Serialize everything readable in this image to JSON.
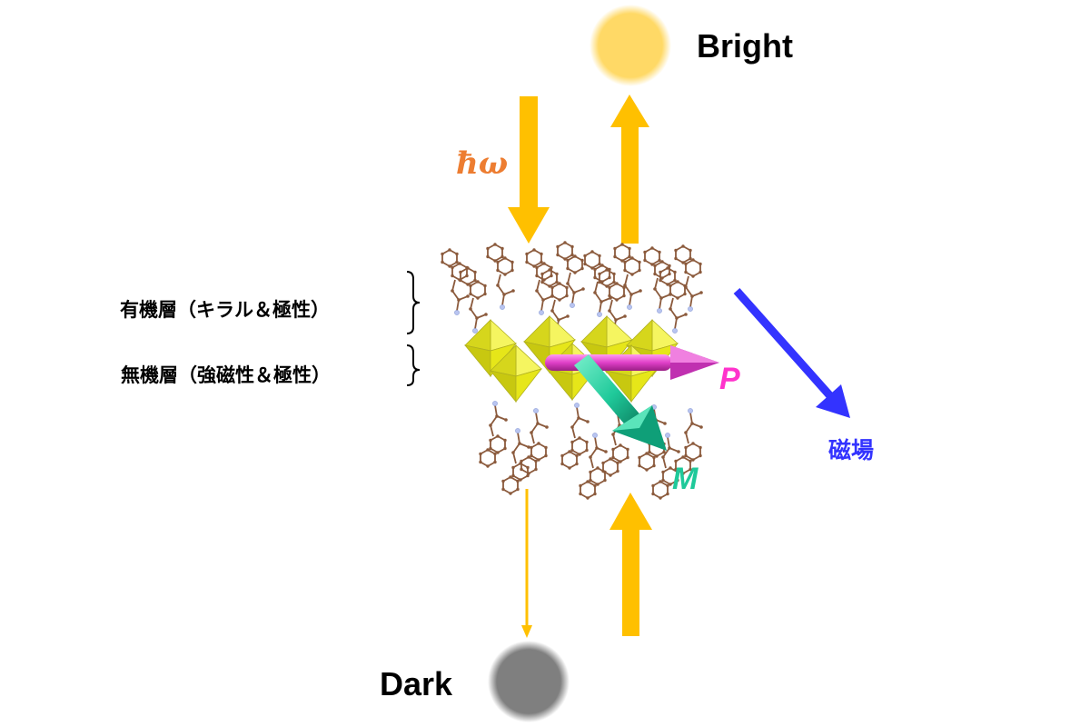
{
  "labels": {
    "bright": "Bright",
    "dark": "Dark",
    "photon": "ħω",
    "organic_layer": "有機層（キラル＆極性）",
    "inorganic_layer": "無機層（強磁性＆極性）",
    "polarization": "P",
    "magnetization": "M",
    "magnetic_field": "磁場"
  },
  "colors": {
    "light_arrow": "#FFC000",
    "bright_sphere": "#FFD966",
    "dark_sphere": "#7F7F7F",
    "photon_label": "#ED7D31",
    "polarization": "#FF33CC",
    "magnetization": "#1FC99A",
    "magnetic_field": "#3333FF",
    "organic_molecule": "#8B5A3C",
    "inorganic_octahedra": "#E6E619",
    "nitrogen": "#B8C4F0"
  },
  "icons": {
    "bright_sphere": "glowing-sphere-icon",
    "dark_sphere": "dark-sphere-icon",
    "crystal": "layered-crystal-structure-icon"
  }
}
